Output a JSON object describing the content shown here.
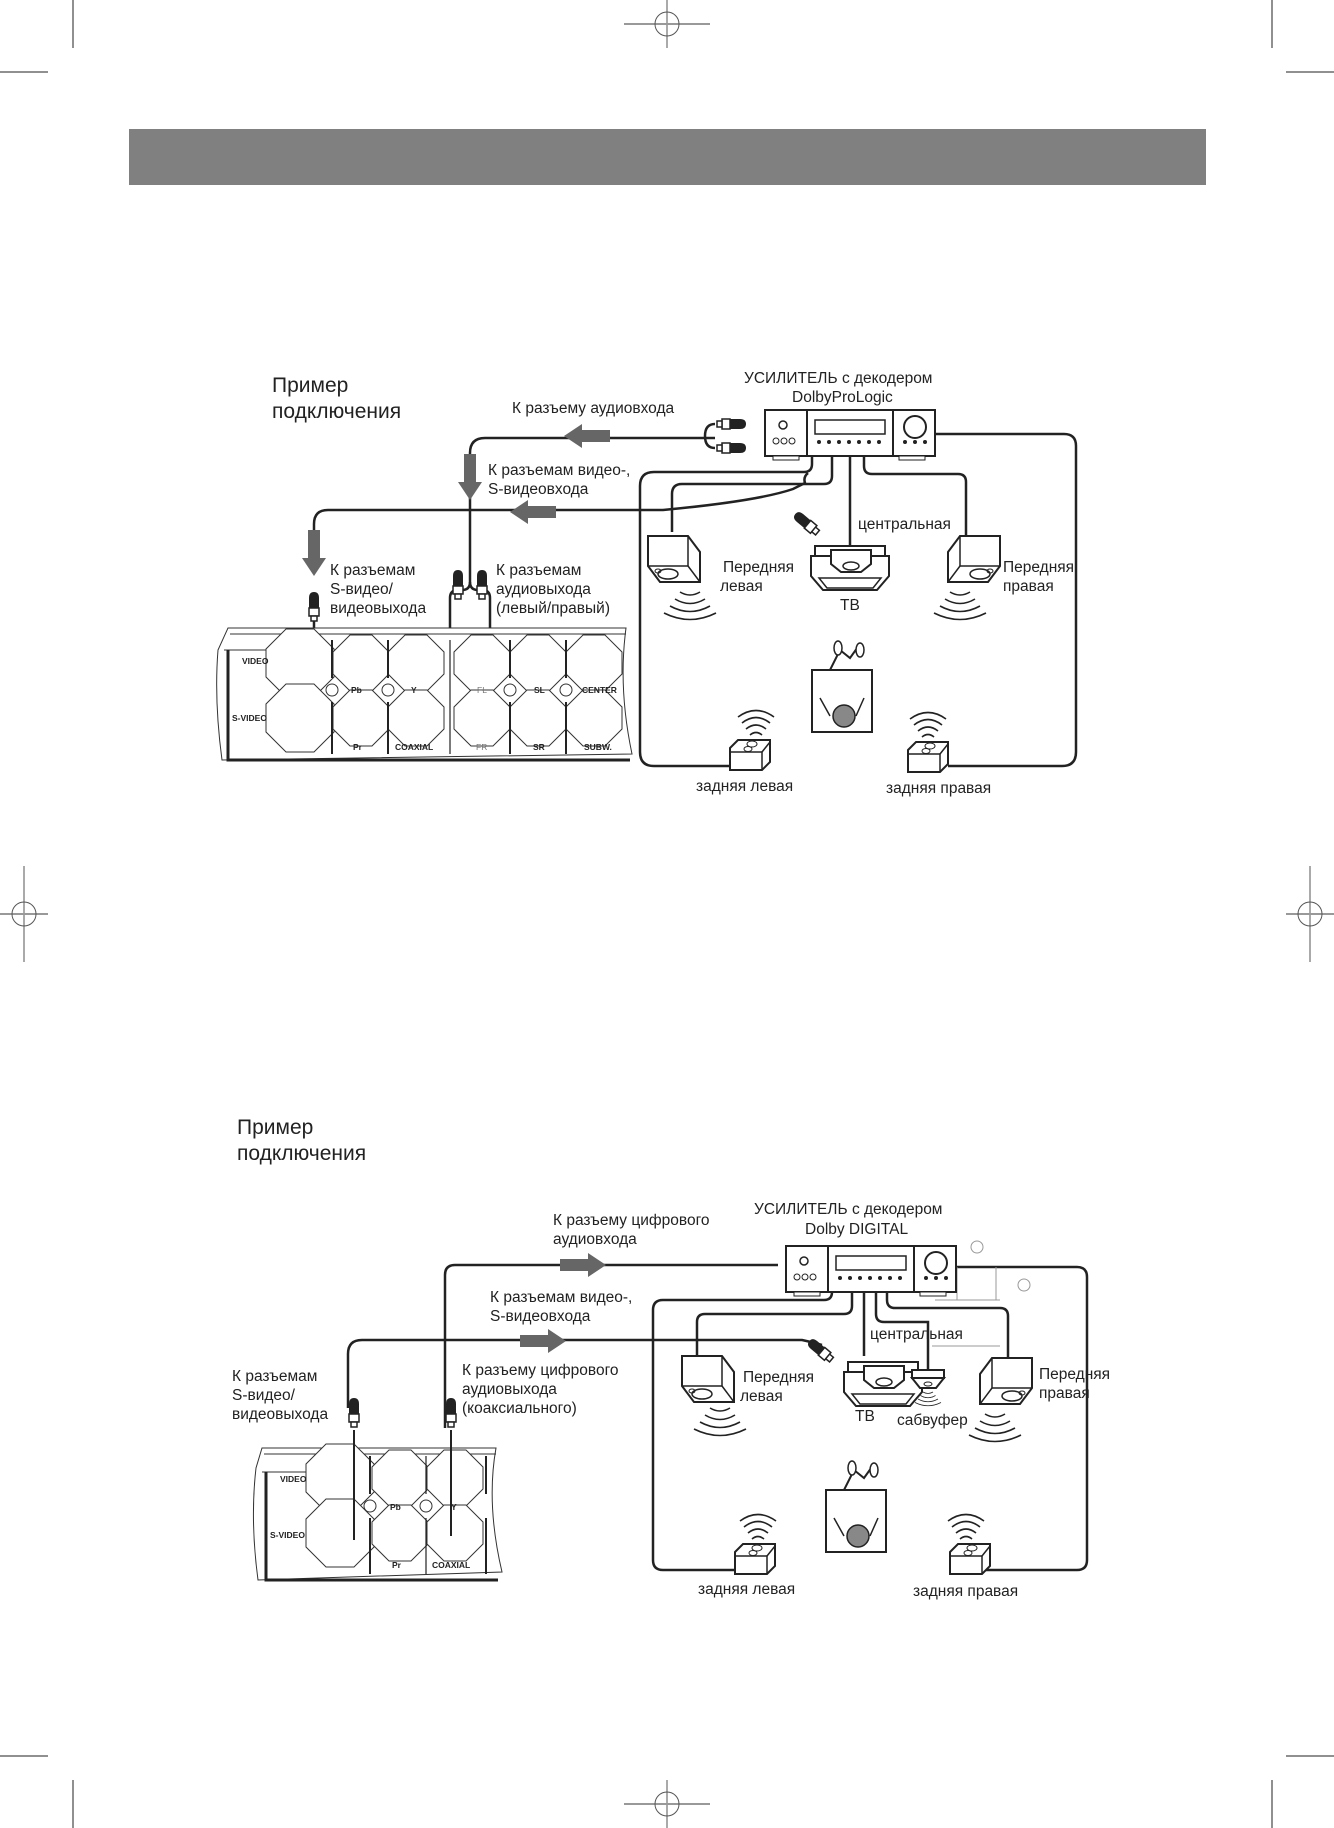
{
  "page": {
    "header_band_color": "#808080"
  },
  "diagram1": {
    "title_line1": "Пример",
    "title_line2": "подключения",
    "amplifier_line1": "УСИЛИТЕЛЬ с декодером",
    "amplifier_line2": "DolbyProLogic",
    "to_audio_input": "К разъему аудиовхода",
    "to_video_inputs_line1": "К разъемам видео-,",
    "to_video_inputs_line2": "S-видеовхода",
    "to_svideo_out_line1": "К разъемам",
    "to_svideo_out_line2": "S-видео/",
    "to_svideo_out_line3": "видеовыхода",
    "to_audio_out_line1": "К разъемам",
    "to_audio_out_line2": "аудиовыхода",
    "to_audio_out_line3": "(левый/правый)",
    "center": "центральная",
    "front_left_line1": "Передняя",
    "front_left_line2": "левая",
    "front_right_line1": "Передняя",
    "front_right_line2": "правая",
    "tv": "ТВ",
    "rear_left": "задняя левая",
    "rear_right": "задняя правая",
    "panel": {
      "video": "VIDEO",
      "svideo": "S-VIDEO",
      "pb": "Pb",
      "pr": "Pr",
      "y": "Y",
      "coaxial": "COAXIAL",
      "fl": "FL",
      "fr": "FR",
      "sl": "SL",
      "sr": "SR",
      "center": "CENTER",
      "subw": "SUBW."
    }
  },
  "diagram2": {
    "title_line1": "Пример",
    "title_line2": "подключения",
    "amplifier_line1": "УСИЛИТЕЛЬ с декодером",
    "amplifier_line2": "Dolby DIGITAL",
    "to_digital_input_line1": "К разъему цифрового",
    "to_digital_input_line2": "аудиовхода",
    "to_video_inputs_line1": "К разъемам видео-,",
    "to_video_inputs_line2": "S-видеовхода",
    "to_svideo_out_line1": "К разъемам",
    "to_svideo_out_line2": "S-видео/",
    "to_svideo_out_line3": "видеовыхода",
    "to_digital_out_line1": "К разъему цифрового",
    "to_digital_out_line2": "аудиовыхода",
    "to_digital_out_line3": "(коаксиального)",
    "center": "центральная",
    "front_left_line1": "Передняя",
    "front_left_line2": "левая",
    "front_right_line1": "Передняя",
    "front_right_line2": "правая",
    "tv": "ТВ",
    "subwoofer": "сабвуфер",
    "rear_left": "задняя левая",
    "rear_right": "задняя правая",
    "panel": {
      "video": "VIDEO",
      "svideo": "S-VIDEO",
      "pb": "Pb",
      "pr": "Pr",
      "y": "Y",
      "coaxial": "COAXIAL"
    }
  }
}
